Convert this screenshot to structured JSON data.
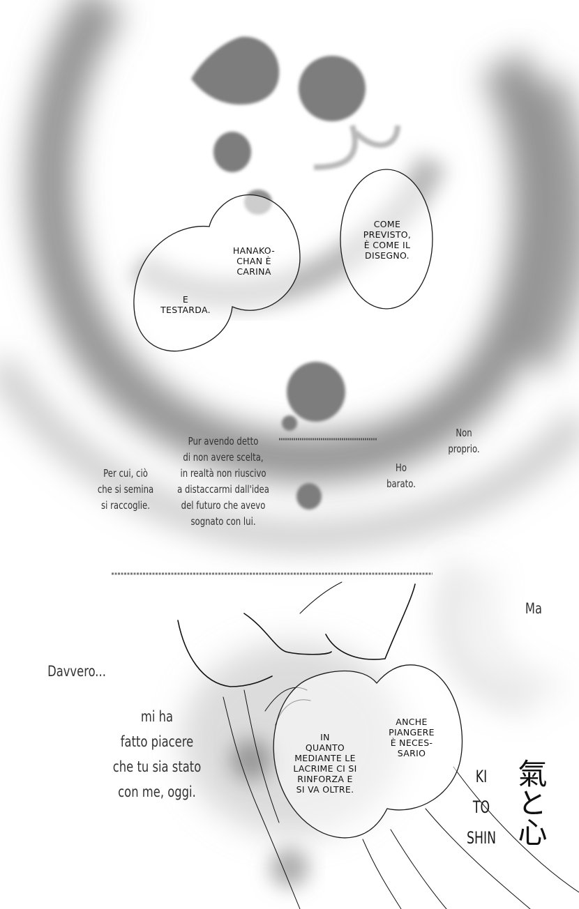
{
  "page": {
    "type": "manga-page",
    "language": "Italian",
    "colors": {
      "background": "#ffffff",
      "screentone": "#8a8a8a",
      "ink": "#111111",
      "narration_text": "#333333"
    }
  },
  "top_panel": {
    "bubbles": [
      {
        "id": "bubble-hanako",
        "text": "HANAKO-\nCHAN È\nCARINA"
      },
      {
        "id": "bubble-testarda",
        "text": "E\nTESTARDA."
      },
      {
        "id": "bubble-come-previsto",
        "text": "COME\nPREVISTO,\nÈ COME IL\nDISEGNO."
      }
    ],
    "narration": [
      {
        "id": "narr-per-cui",
        "text": "Per cui, ciò\nche si semina\nsi raccoglie."
      },
      {
        "id": "narr-pur-avendo",
        "text": "Pur avendo detto\ndi non avere scelta,\nin realtà non riuscivo\na distaccarmi dall'idea\ndel futuro che avevo\nsognato con lui."
      },
      {
        "id": "narr-ho-barato",
        "text": "Ho\nbarato."
      },
      {
        "id": "narr-non-proprio",
        "text": "Non\nproprio."
      }
    ]
  },
  "bottom_panel": {
    "narration": [
      {
        "id": "narr-ma",
        "text": "Ma"
      },
      {
        "id": "narr-davvero",
        "text": "Davvero..."
      },
      {
        "id": "narr-mi-ha",
        "text": "mi ha\nfatto piacere\nche tu sia stato\ncon me, oggi."
      }
    ],
    "bubbles": [
      {
        "id": "bubble-in-quanto",
        "text": "IN\nQUANTO\nMEDIANTE LE\nLACRIME CI SI\nRINFORZA E\nSI VA OLTRE."
      },
      {
        "id": "bubble-anche-piangere",
        "text": "ANCHE\nPIANGERE\nÈ NECES-\nSARIO"
      }
    ]
  },
  "title_logo": {
    "roman": "KI\nTO\nSHIN",
    "kanji": "氣と心"
  }
}
